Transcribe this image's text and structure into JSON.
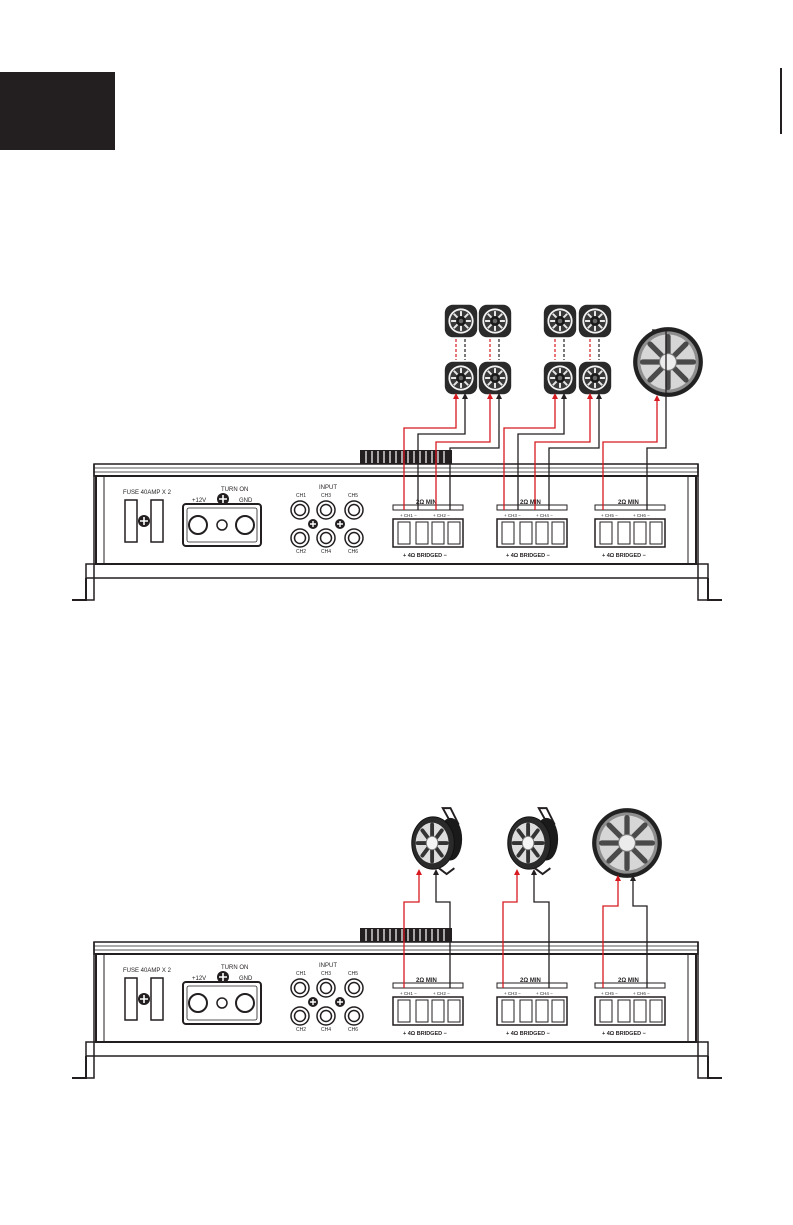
{
  "colors": {
    "line": "#231f20",
    "positive_wire": "#d71920",
    "negative_wire": "#231f20",
    "tab_block": "#231f20"
  },
  "diagrams": [
    {
      "id": "config-1",
      "amp": {
        "fuse_label": "FUSE 40AMP X 2",
        "power_label": "TURN ON",
        "plus12_label": "+12V",
        "gnd_label": "GND",
        "input_label": "INPUT",
        "input_ch": [
          "CH1",
          "CH3",
          "CH5",
          "CH2",
          "CH4",
          "CH6"
        ],
        "terminals": [
          {
            "min_label": "2Ω MIN",
            "left_ch": "+ CH1 −",
            "right_ch": "+ CH2 −",
            "bridge_label": "+   4Ω BRIDGED   −"
          },
          {
            "min_label": "2Ω MIN",
            "left_ch": "+ CH3 −",
            "right_ch": "+ CH4 −",
            "bridge_label": "+   4Ω BRIDGED   −"
          },
          {
            "min_label": "2Ω MIN",
            "left_ch": "+ CH5 −",
            "right_ch": "+ CH6 −",
            "bridge_label": "+   4Ω BRIDGED   −"
          }
        ]
      },
      "speaker_icons": [
        "tweeter-icon",
        "tweeter-icon",
        "tweeter-icon",
        "tweeter-icon",
        "tweeter-icon",
        "tweeter-icon",
        "tweeter-icon",
        "tweeter-icon",
        "subwoofer-icon"
      ]
    },
    {
      "id": "config-2",
      "amp": {
        "fuse_label": "FUSE 40AMP X 2",
        "power_label": "TURN ON",
        "plus12_label": "+12V",
        "gnd_label": "GND",
        "input_label": "INPUT",
        "input_ch": [
          "CH1",
          "CH3",
          "CH5",
          "CH2",
          "CH4",
          "CH6"
        ],
        "terminals": [
          {
            "min_label": "2Ω MIN",
            "left_ch": "+ CH1 −",
            "right_ch": "+ CH2 −",
            "bridge_label": "+   4Ω BRIDGED   −"
          },
          {
            "min_label": "2Ω MIN",
            "left_ch": "+ CH3 −",
            "right_ch": "+ CH4 −",
            "bridge_label": "+   4Ω BRIDGED   −"
          },
          {
            "min_label": "2Ω MIN",
            "left_ch": "+ CH5 −",
            "right_ch": "+ CH6 −",
            "bridge_label": "+   4Ω BRIDGED   −"
          }
        ]
      },
      "speaker_icons": [
        "tower-speaker-icon",
        "tower-speaker-icon",
        "subwoofer-icon"
      ]
    }
  ]
}
